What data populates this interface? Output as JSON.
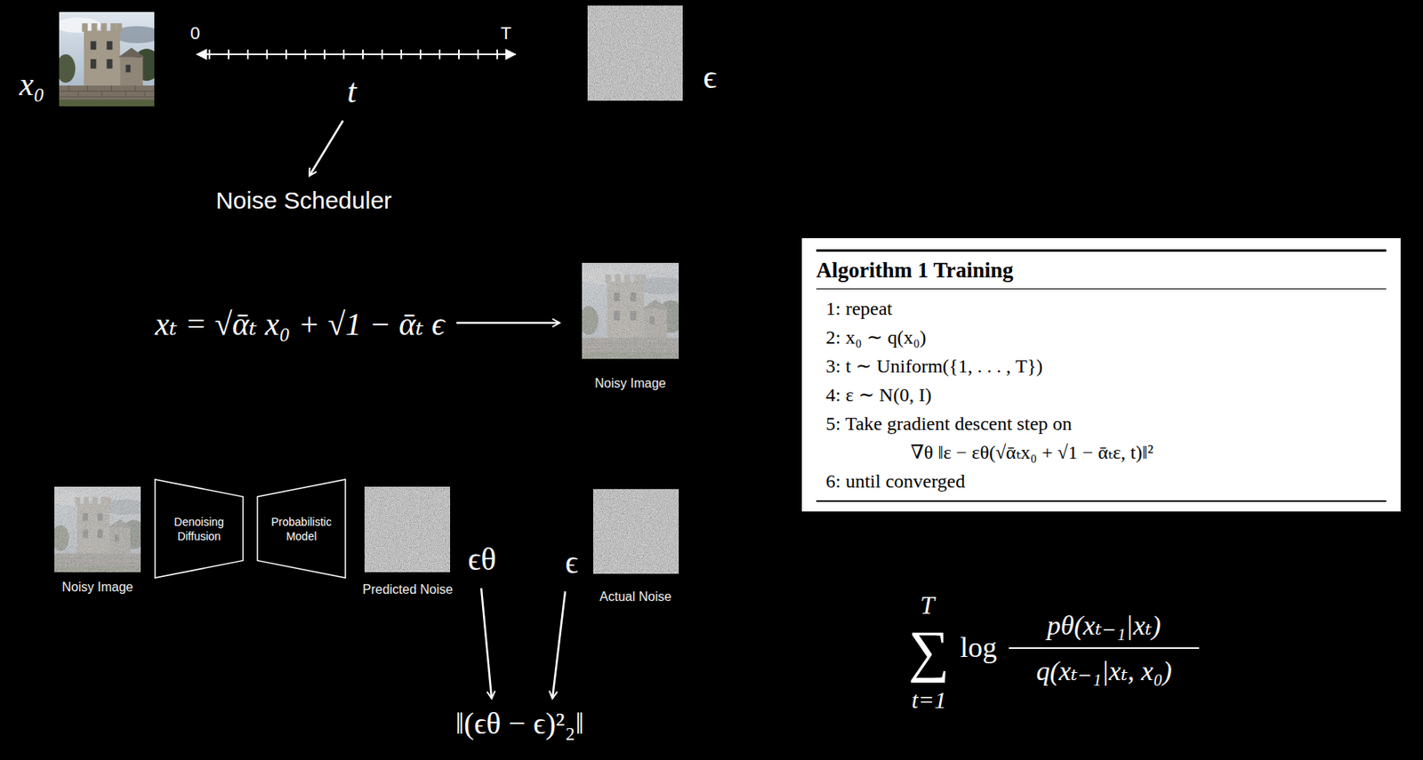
{
  "diagram": {
    "nodes": [
      {
        "text": [
          "Algorithm 1 Training",
          "1: repeat",
          "2: x₀ ∼ q(x₀)",
          "3: t ∼ Uniform({1, . . . , T})",
          "4: ε ∼ N(0, I)",
          "5: Take gradient descent step on",
          "∇θ ‖ε − εθ(√ᾱₜx₀ + √1 − ᾱₜε, t)‖²",
          "6: until converged"
        ]
      },
      {
        "text": [
          "Noisy Image"
        ]
      },
      {
        "text": [
          "Noisy Image"
        ]
      },
      {
        "text": [
          "Denoising Diffusion"
        ]
      },
      {
        "text": [
          "Probabilistic Model"
        ]
      },
      {
        "text": [
          "Predicted Noise"
        ]
      },
      {
        "text": [
          "Actual Noise"
        ]
      }
    ],
    "labels": [
      "x₀",
      "0",
      "T",
      "ϵ",
      "t",
      "Noise Scheduler",
      "xₜ = √ᾱₜ x₀ + √1 − ᾱₜ ϵ",
      "ϵθ",
      "ϵ",
      "‖(ϵθ − ϵ)²₂‖",
      "T",
      "∑",
      "t=1",
      "log",
      "pθ(xₜ₋₁|xₜ)",
      "q(xₜ₋₁|xₜ, x₀)"
    ]
  }
}
